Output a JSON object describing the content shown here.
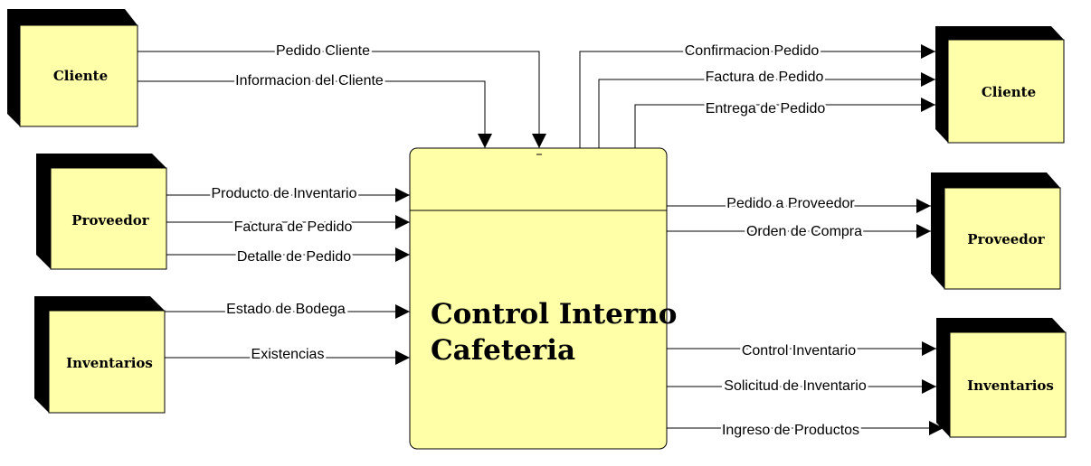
{
  "colors": {
    "entity_fill": "#ffffaa",
    "process_fill": "#ffffa8",
    "shadow": "#000000",
    "line": "#000000"
  },
  "entities": {
    "cliente_left": "Cliente",
    "proveedor_left": "Proveedor",
    "inventarios_left": "Inventarios",
    "cliente_right": "Cliente",
    "proveedor_right": "Proveedor",
    "inventarios_right": "Inventarios"
  },
  "process": {
    "title_line1": "Control Interno",
    "title_line2": "Cafeteria"
  },
  "flows": {
    "pedido_cliente": "Pedido Cliente",
    "informacion_cliente": "Informacion del Cliente",
    "producto_inventario": "Producto de Inventario",
    "factura_pedido_in": "Factura de Pedido",
    "detalle_pedido": "Detalle de Pedido",
    "estado_bodega": "Estado de Bodega",
    "existencias": "Existencias",
    "confirmacion_pedido": "Confirmacion Pedido",
    "factura_pedido_out": "Factura de Pedido",
    "entrega_pedido": "Entrega de Pedido",
    "pedido_proveedor": "Pedido a Proveedor",
    "orden_compra": "Orden de Compra",
    "control_inventario": "Control Inventario",
    "solicitud_inventario": "Solicitud de Inventario",
    "ingreso_productos": "Ingreso de Productos"
  }
}
